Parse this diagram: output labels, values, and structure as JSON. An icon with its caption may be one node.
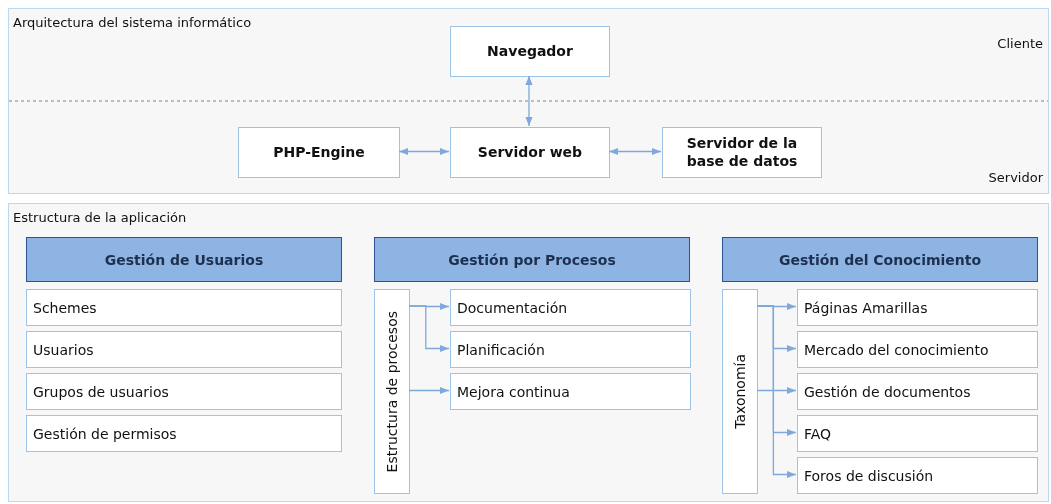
{
  "diagram": {
    "nodes": [
      {
        "text": [
          "Arquitectura del sistema informático"
        ]
      },
      {
        "text": [
          "Navegador"
        ],
        "in": 0
      },
      {
        "text": [
          "PHP-Engine"
        ],
        "in": 0
      },
      {
        "text": [
          "Servidor web"
        ],
        "in": 0
      },
      {
        "text": [
          "Servidor de la base de datos"
        ],
        "in": 0
      },
      {
        "text": [
          "Estructura de la aplicación"
        ]
      },
      {
        "text": [
          "Gestión de Usuarios"
        ],
        "in": 5
      },
      {
        "text": [
          "Schemes"
        ],
        "in": 5
      },
      {
        "text": [
          "Usuarios"
        ],
        "in": 5
      },
      {
        "text": [
          "Grupos de usuarios"
        ],
        "in": 5
      },
      {
        "text": [
          "Gestión de permisos"
        ],
        "in": 5
      },
      {
        "text": [
          "Gestión por Procesos"
        ],
        "in": 5
      },
      {
        "text": [
          "Estructura de procesos"
        ],
        "in": 5
      },
      {
        "text": [
          "Documentación"
        ],
        "in": 5
      },
      {
        "text": [
          "Planificación"
        ],
        "in": 5
      },
      {
        "text": [
          "Mejora continua"
        ],
        "in": 5
      },
      {
        "text": [
          "Gestión del Conocimiento"
        ],
        "in": 5
      },
      {
        "text": [
          "Taxonomía"
        ],
        "in": 5
      },
      {
        "text": [
          "Páginas Amarillas"
        ],
        "in": 5
      },
      {
        "text": [
          "Mercado del conocimiento"
        ],
        "in": 5
      },
      {
        "text": [
          "Gestión de documentos"
        ],
        "in": 5
      },
      {
        "text": [
          "FAQ"
        ],
        "in": 5
      },
      {
        "text": [
          "Foros de discusión"
        ],
        "in": 5
      }
    ],
    "edges": [
      {
        "from": 1,
        "to": 3,
        "arrow": "both"
      },
      {
        "from": 2,
        "to": 3,
        "arrow": "both"
      },
      {
        "from": 3,
        "to": 4,
        "arrow": "both"
      },
      {
        "from": 12,
        "to": 13,
        "arrow": "to"
      },
      {
        "from": 12,
        "to": 14,
        "arrow": "to"
      },
      {
        "from": 12,
        "to": 15,
        "arrow": "to"
      },
      {
        "from": 17,
        "to": 18,
        "arrow": "to"
      },
      {
        "from": 17,
        "to": 19,
        "arrow": "to"
      },
      {
        "from": 17,
        "to": 20,
        "arrow": "to"
      },
      {
        "from": 17,
        "to": 21,
        "arrow": "to"
      },
      {
        "from": 17,
        "to": 22,
        "arrow": "to"
      }
    ],
    "labels": [
      "Cliente",
      "Servidor"
    ]
  }
}
